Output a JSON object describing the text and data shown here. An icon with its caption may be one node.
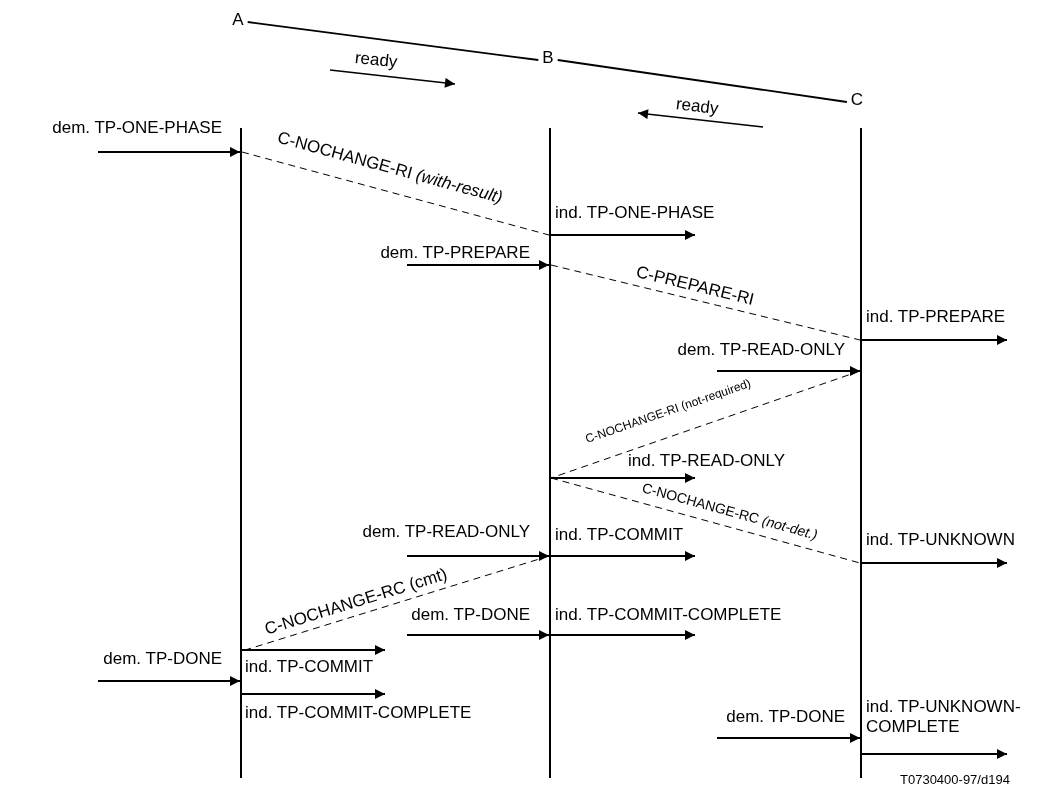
{
  "diagram": {
    "nodes": [
      {
        "text": [
          "A"
        ]
      },
      {
        "text": [
          "B"
        ]
      },
      {
        "text": [
          "C"
        ]
      },
      {
        "text": [],
        "shape": "bar"
      },
      {
        "text": [],
        "shape": "bar"
      },
      {
        "text": [],
        "shape": "bar"
      }
    ],
    "edges": [
      {
        "from": 0,
        "to": 1,
        "arrow": "none"
      },
      {
        "from": 1,
        "to": 2,
        "arrow": "none"
      },
      {
        "from": null,
        "to": 3,
        "arrow": "to",
        "label": "dem. TP-ONE-PHASE"
      },
      {
        "from": 3,
        "to": 4,
        "arrow": "none",
        "style": "dashed",
        "label": "C-NOCHANGE-RI *(with-result)*"
      },
      {
        "from": 4,
        "to": null,
        "arrow": "to",
        "label": "ind. TP-ONE-PHASE"
      },
      {
        "from": null,
        "to": 4,
        "arrow": "to",
        "label": "dem. TP-PREPARE"
      },
      {
        "from": 4,
        "to": 5,
        "arrow": "none",
        "style": "dashed",
        "label": "C-PREPARE-RI"
      },
      {
        "from": 5,
        "to": null,
        "arrow": "to",
        "label": "ind. TP-PREPARE"
      },
      {
        "from": null,
        "to": 5,
        "arrow": "to",
        "label": "dem. TP-READ-ONLY"
      },
      {
        "from": 5,
        "to": 4,
        "arrow": "none",
        "style": "dashed",
        "label": "C-NOCHANGE-RI (not-required)"
      },
      {
        "from": 4,
        "to": null,
        "arrow": "to",
        "label": "ind. TP-READ-ONLY"
      },
      {
        "from": 4,
        "to": 5,
        "arrow": "none",
        "style": "dashed",
        "label": "C-NOCHANGE-RC *(not-det.)*"
      },
      {
        "from": 5,
        "to": null,
        "arrow": "to",
        "label": "ind. TP-UNKNOWN"
      },
      {
        "from": null,
        "to": 4,
        "arrow": "to",
        "label": "dem. TP-READ-ONLY"
      },
      {
        "from": 4,
        "to": 3,
        "arrow": "none",
        "style": "dashed",
        "label": "C-NOCHANGE-RC (cmt)"
      },
      {
        "from": 4,
        "to": null,
        "arrow": "to",
        "label": "ind. TP-COMMIT"
      },
      {
        "from": null,
        "to": 4,
        "arrow": "to",
        "label": "dem. TP-DONE"
      },
      {
        "from": 4,
        "to": null,
        "arrow": "to",
        "label": "ind. TP-COMMIT-COMPLETE"
      },
      {
        "from": 3,
        "to": null,
        "arrow": "to",
        "label": "ind. TP-COMMIT"
      },
      {
        "from": null,
        "to": 3,
        "arrow": "to",
        "label": "dem. TP-DONE"
      },
      {
        "from": 3,
        "to": null,
        "arrow": "to",
        "label": "ind. TP-COMMIT-COMPLETE"
      },
      {
        "from": null,
        "to": 5,
        "arrow": "to",
        "label": "dem. TP-DONE"
      },
      {
        "from": 5,
        "to": null,
        "arrow": "to",
        "label": "ind. TP-UNKNOWN-COMPLETE"
      }
    ],
    "labels": [
      "ready",
      "ready",
      "T0730400-97/d194"
    ]
  }
}
